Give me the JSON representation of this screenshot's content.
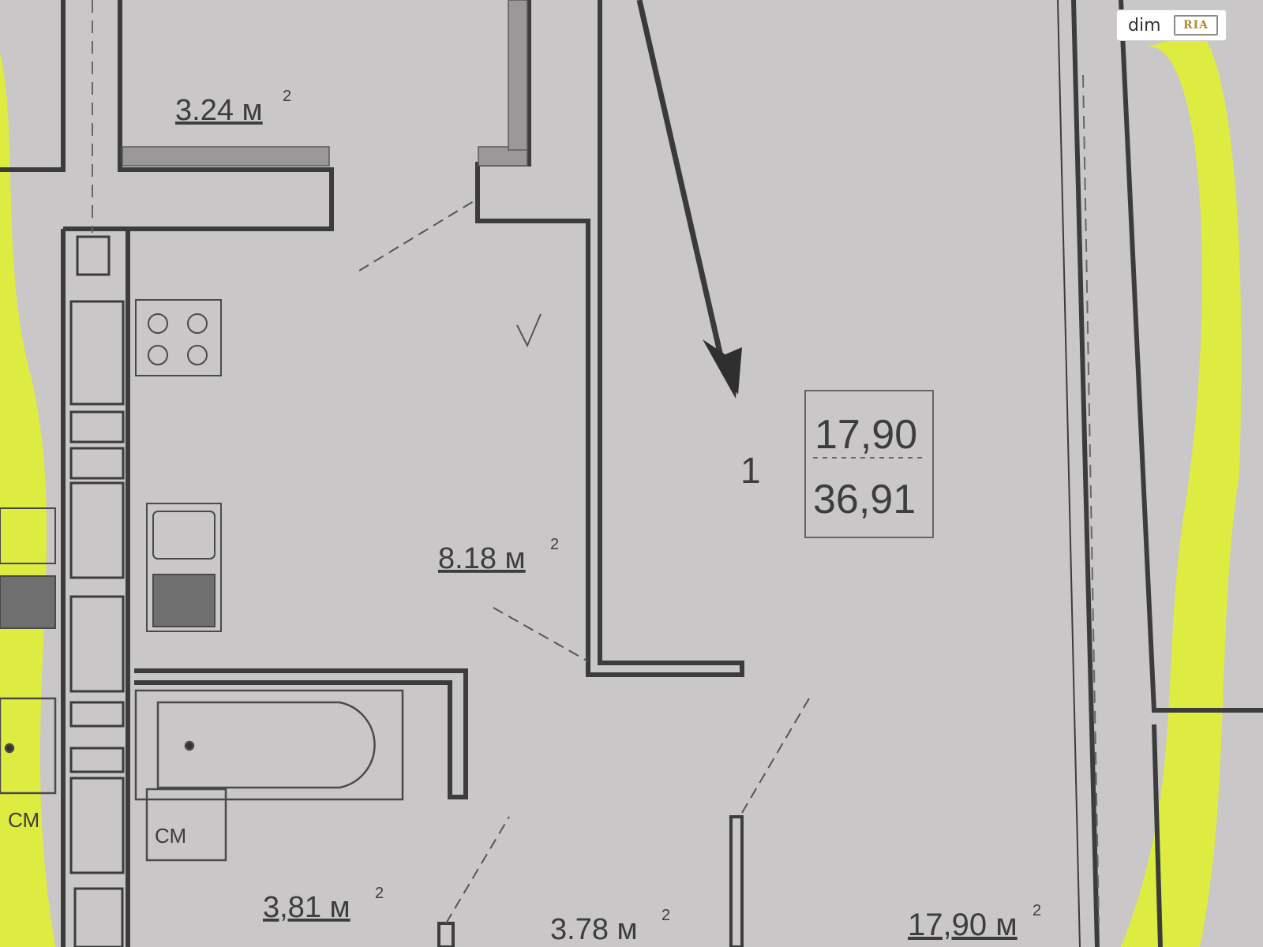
{
  "watermark": {
    "text": "dim",
    "badge": "RIA"
  },
  "apartment": {
    "number": "1",
    "living_area": "17,90",
    "total_area": "36,91"
  },
  "rooms": {
    "storage_area": "3.24 м",
    "hall_area": "8.18 м",
    "bathroom_area": "3,81 м",
    "corridor_area": "3.78 м",
    "living_room_area": "17,90 м",
    "superscript": "2"
  },
  "fixtures": {
    "washer_label": "СМ",
    "washer_label_left": "СМ"
  },
  "colors": {
    "highlight": "#dfee3a",
    "wall": "#3c3c3c",
    "paper": "#c9c7c8"
  }
}
